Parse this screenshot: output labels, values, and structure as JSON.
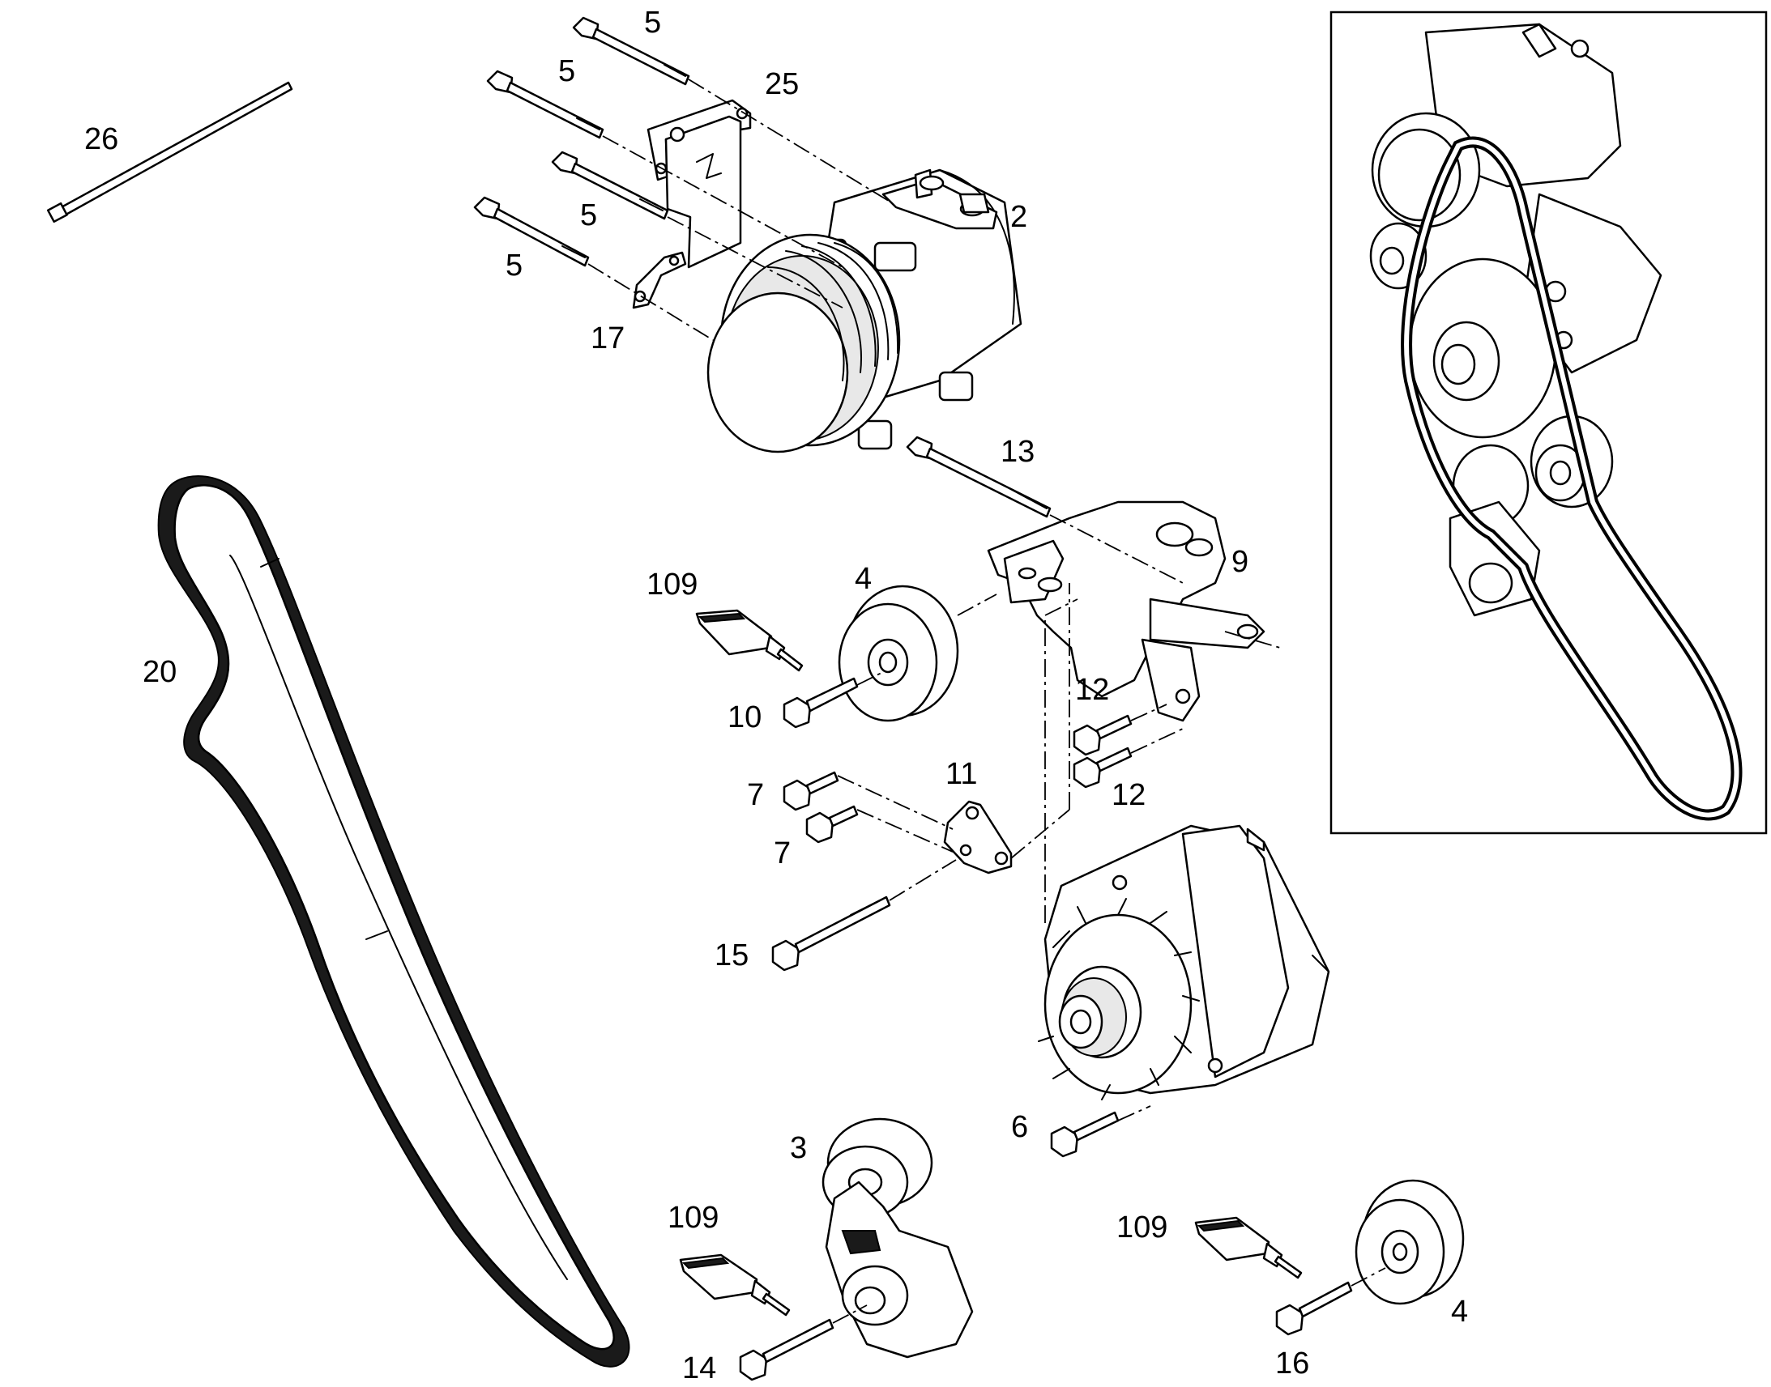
{
  "callouts": {
    "c26": "26",
    "c5a": "5",
    "c5b": "5",
    "c25": "25",
    "c2": "2",
    "c5c": "5",
    "c5d": "5",
    "c17": "17",
    "c13": "13",
    "c9": "9",
    "c109a": "109",
    "c4a": "4",
    "c20": "20",
    "c12a": "12",
    "c10": "10",
    "c11": "11",
    "c7a": "7",
    "c12b": "12",
    "c7b": "7",
    "c15": "15",
    "c6": "6",
    "c3": "3",
    "c109b": "109",
    "c109c": "109",
    "c4b": "4",
    "c14": "14",
    "c16": "16"
  }
}
